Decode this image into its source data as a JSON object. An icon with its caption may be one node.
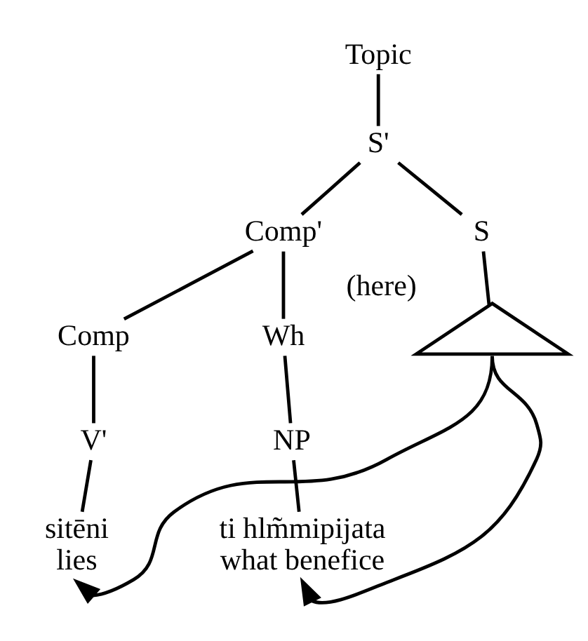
{
  "diagram": {
    "nodes": [
      {
        "text": [
          "Topic"
        ]
      },
      {
        "text": [
          "S'"
        ]
      },
      {
        "text": [
          "Comp'"
        ]
      },
      {
        "text": [
          "S"
        ]
      },
      {
        "text": [],
        "shape": "triangle",
        "beside": [
          "(here)"
        ]
      },
      {
        "text": [
          "Comp"
        ]
      },
      {
        "text": [
          "Wh"
        ]
      },
      {
        "text": [
          "V'"
        ]
      },
      {
        "text": [
          "NP"
        ]
      },
      {
        "text": [
          "sitēni",
          "lies"
        ]
      },
      {
        "text": [
          "ti hlm̃mipijata",
          "what benefice"
        ]
      }
    ],
    "edges": [
      {
        "from": 0,
        "to": 1,
        "arrow": "none"
      },
      {
        "from": 1,
        "to": 2,
        "arrow": "none"
      },
      {
        "from": 1,
        "to": 3,
        "arrow": "none"
      },
      {
        "from": 3,
        "to": 4,
        "arrow": "none"
      },
      {
        "from": 2,
        "to": 5,
        "arrow": "none"
      },
      {
        "from": 2,
        "to": 6,
        "arrow": "none"
      },
      {
        "from": 5,
        "to": 7,
        "arrow": "none"
      },
      {
        "from": 7,
        "to": 9,
        "arrow": "none"
      },
      {
        "from": 6,
        "to": 8,
        "arrow": "none"
      },
      {
        "from": 8,
        "to": 10,
        "arrow": "none"
      },
      {
        "from": 4,
        "to": 10,
        "arrow": "to"
      },
      {
        "from": 4,
        "to": 9,
        "arrow": "to"
      }
    ]
  }
}
